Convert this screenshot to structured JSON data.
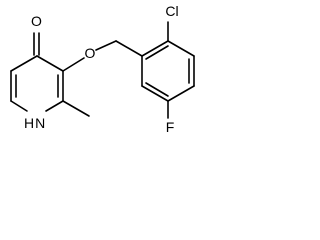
{
  "molecule": {
    "atoms": {
      "O_carbonyl": "O",
      "O_ether": "O",
      "Cl": "Cl",
      "F": "F",
      "NH": "H"
    },
    "nh": {
      "n": "N",
      "h": "H"
    }
  },
  "colors": {
    "bond": "#000000",
    "label": "#000000",
    "background": "#ffffff"
  }
}
